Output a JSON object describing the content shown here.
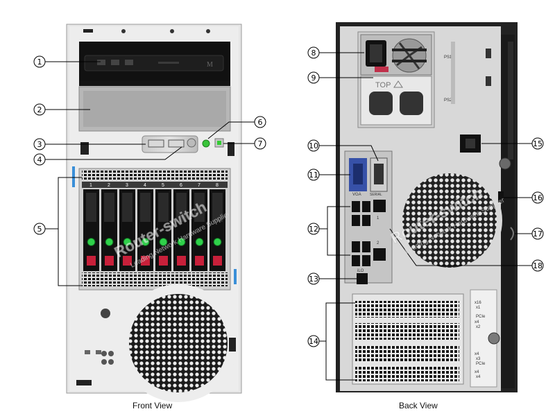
{
  "captions": {
    "front": "Front View",
    "back": "Back View"
  },
  "front_callouts": [
    "1",
    "2",
    "3",
    "4",
    "5",
    "6",
    "7"
  ],
  "back_callouts": [
    "8",
    "9",
    "10",
    "11",
    "12",
    "13",
    "14",
    "15",
    "16",
    "17",
    "18"
  ],
  "front_device": {
    "odd_brand": "M",
    "bay_numbers": [
      "1",
      "2",
      "3",
      "4",
      "5",
      "6",
      "7",
      "8"
    ]
  },
  "back_device": {
    "psu_labels": [
      "PS1",
      "PS2"
    ],
    "top_label": "TOP",
    "vga_label": "VGA",
    "serial_label": "SERIAL",
    "nic_labels": [
      "1",
      "2"
    ],
    "ilo_label": "iLO",
    "pcie_slots": [
      {
        "lines": [
          "x16",
          "x1"
        ],
        "tag": "PCIe"
      },
      {
        "lines": [
          "x4",
          "x2"
        ],
        "tag": ""
      },
      {
        "lines": [
          "x4",
          "x3"
        ],
        "tag": "PCIe"
      },
      {
        "lines": [
          "x4",
          "x4"
        ],
        "tag": ""
      }
    ]
  },
  "watermark": {
    "brand": "Router-switch",
    "tagline": "Leading Network Hardware Supplier"
  }
}
